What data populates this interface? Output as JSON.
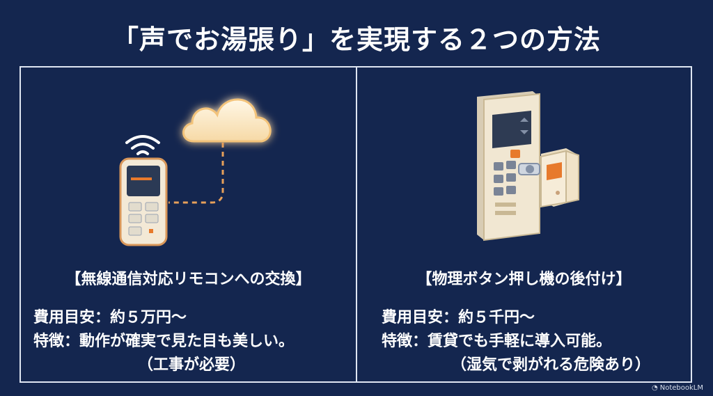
{
  "title": "「声でお湯張り」を実現する２つの方法",
  "methods": [
    {
      "heading": "【無線通信対応リモコンへの交換】",
      "cost": "費用目安：約５万円〜",
      "feature": "特徴：動作が確実で見た目も美しい。",
      "note": "（工事が必要）"
    },
    {
      "heading": "【物理ボタン押し機の後付け】",
      "cost": "費用目安：約５千円〜",
      "feature": "特徴：賃貸でも手軽に導入可能。",
      "note": "（湿気で剥がれる危険あり）"
    }
  ],
  "brand": "NotebookLM",
  "colors": {
    "background": "#14264f",
    "frame": "#dfe6f2",
    "cloud_glow": "#f3c37a",
    "device_outline": "#d9975a",
    "device_body": "#f3e9d6",
    "accent_orange": "#e77a2c"
  },
  "icons": [
    "cloud-icon",
    "wifi-icon",
    "remote-control-icon",
    "wall-panel-icon",
    "button-pusher-icon",
    "notebooklm-logo-icon"
  ]
}
